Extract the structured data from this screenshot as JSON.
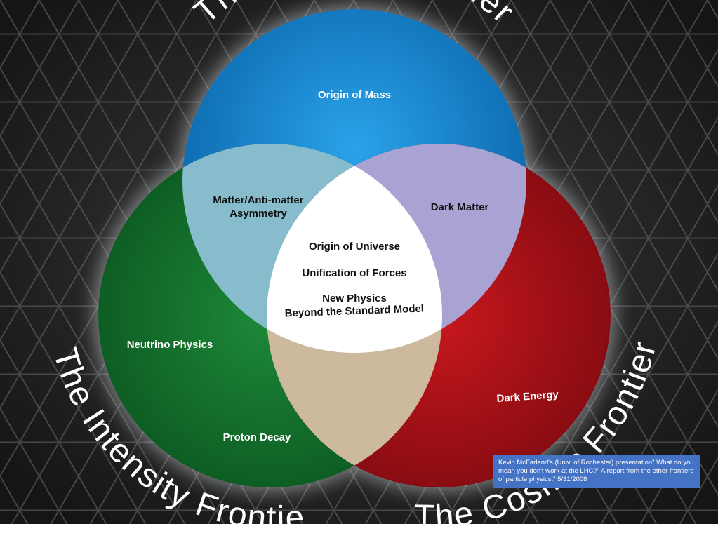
{
  "frontiers": {
    "energy": "The Energy Frontier",
    "intensity": "The Intensity Frontier",
    "cosmic": "The Cosmic Frontier"
  },
  "regions": {
    "origin_of_mass": "Origin of Mass",
    "matter_antimatter_line1": "Matter/Anti-matter",
    "matter_antimatter_line2": "Asymmetry",
    "dark_matter": "Dark Matter",
    "origin_of_universe": "Origin of Universe",
    "unification_of_forces": "Unification of Forces",
    "new_physics_line1": "New Physics",
    "new_physics_line2": "Beyond the Standard Model",
    "neutrino_physics": "Neutrino Physics",
    "proton_decay": "Proton Decay",
    "dark_energy": "Dark Energy"
  },
  "caption": "Kevin McFarland's (Univ. of Rochester) presentation\" What do you mean you don't work at the LHC?\" A report from the other frontiers of particle physics,\" 5/31/2008",
  "colors": {
    "energy_circle": "#1b8fd8",
    "intensity_circle": "#17792f",
    "cosmic_circle": "#b8161b",
    "energy_intensity_overlap": "#86bccc",
    "energy_cosmic_overlap": "#a9a3d4",
    "intensity_cosmic_overlap": "#cdb99d",
    "center_overlap": "#ffffff",
    "caption_box": "#4472c4"
  }
}
